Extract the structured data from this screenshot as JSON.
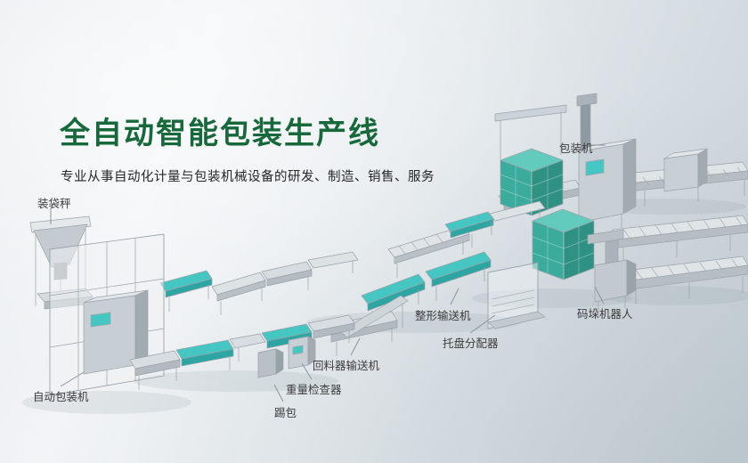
{
  "banner": {
    "title": "全自动智能包装生产线",
    "subtitle": "专业从事自动化计量与包装机械设备的研发、制造、销售、服务"
  },
  "machine_labels": {
    "bagging_scale": "装袋秤",
    "packaging_machine": "包装机",
    "shaping_conveyor": "整形输送机",
    "palletizing_robot": "码垛机器人",
    "pallet_dispenser": "托盘分配器",
    "return_feeder_conveyor": "回料器输送机",
    "weight_checker": "重量检查器",
    "kick_bag": "踢包",
    "auto_packaging_machine": "自动包装机"
  },
  "colors": {
    "title_green": "#17693b",
    "belt_teal": "#45c6c3",
    "belt_teal_dark": "#2da5a3",
    "product_teal_top": "#63cbbd",
    "product_teal_left": "#3aab9d",
    "product_teal_right": "#2e9183",
    "machine_gray": "#c9d0d5",
    "background_gray": "#dfe5e9"
  }
}
